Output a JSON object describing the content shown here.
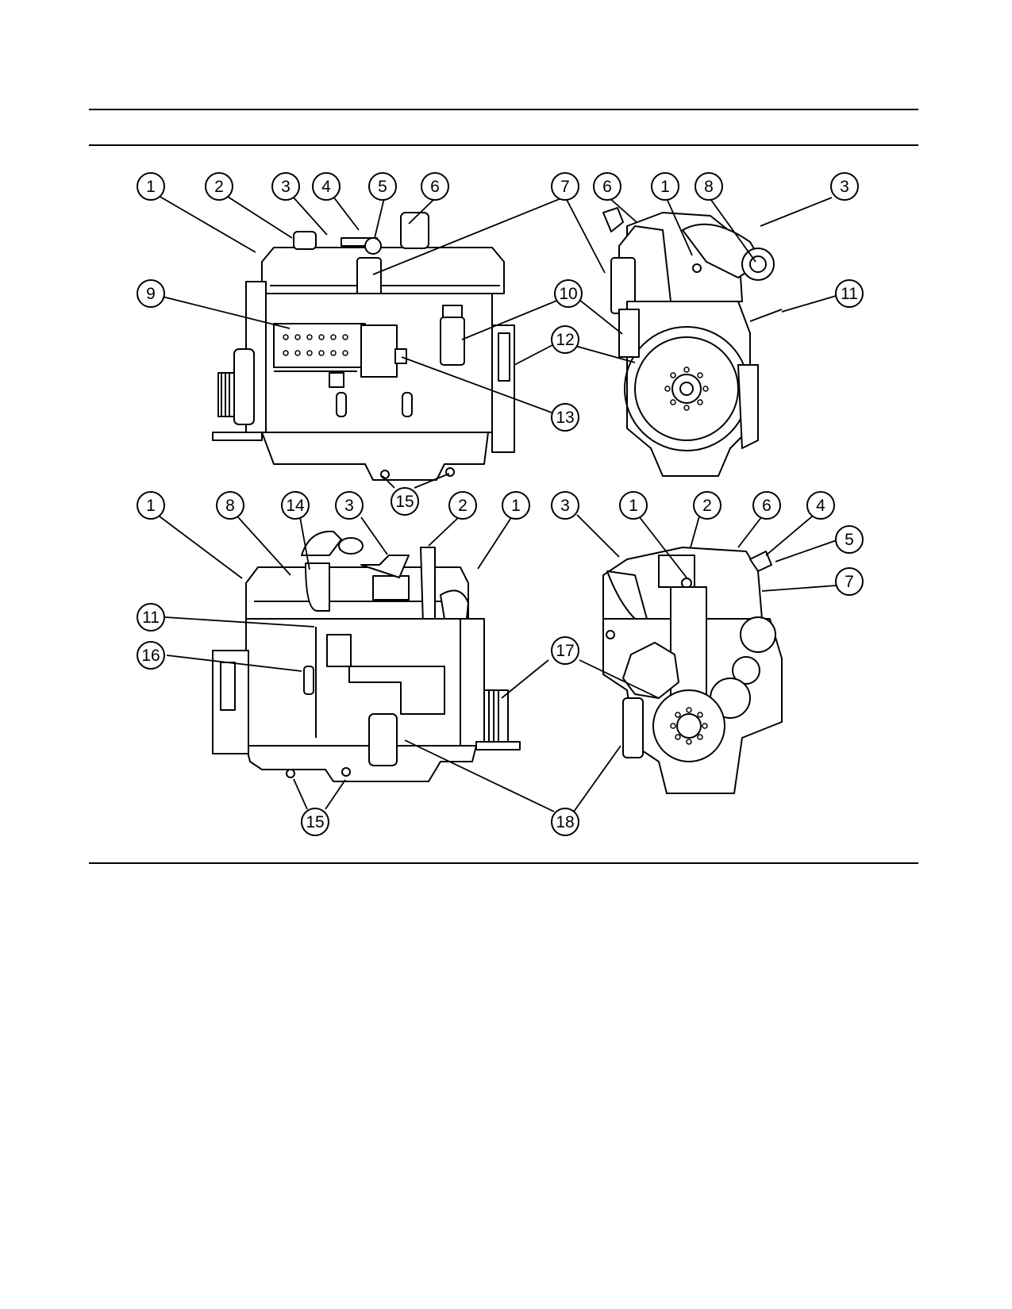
{
  "figure": {
    "views": [
      {
        "callouts": [
          "1",
          "2",
          "3",
          "4",
          "5",
          "6",
          "7",
          "9",
          "10",
          "12",
          "13",
          "15"
        ]
      },
      {
        "callouts": [
          "6",
          "1",
          "8",
          "3",
          "11"
        ]
      },
      {
        "callouts": [
          "1",
          "8",
          "14",
          "3",
          "2",
          "1",
          "11",
          "16",
          "15",
          "18"
        ]
      },
      {
        "callouts": [
          "3",
          "1",
          "2",
          "6",
          "4",
          "5",
          "7",
          "17"
        ]
      }
    ]
  },
  "colors": {
    "ink": "#000000",
    "paper": "#ffffff"
  }
}
